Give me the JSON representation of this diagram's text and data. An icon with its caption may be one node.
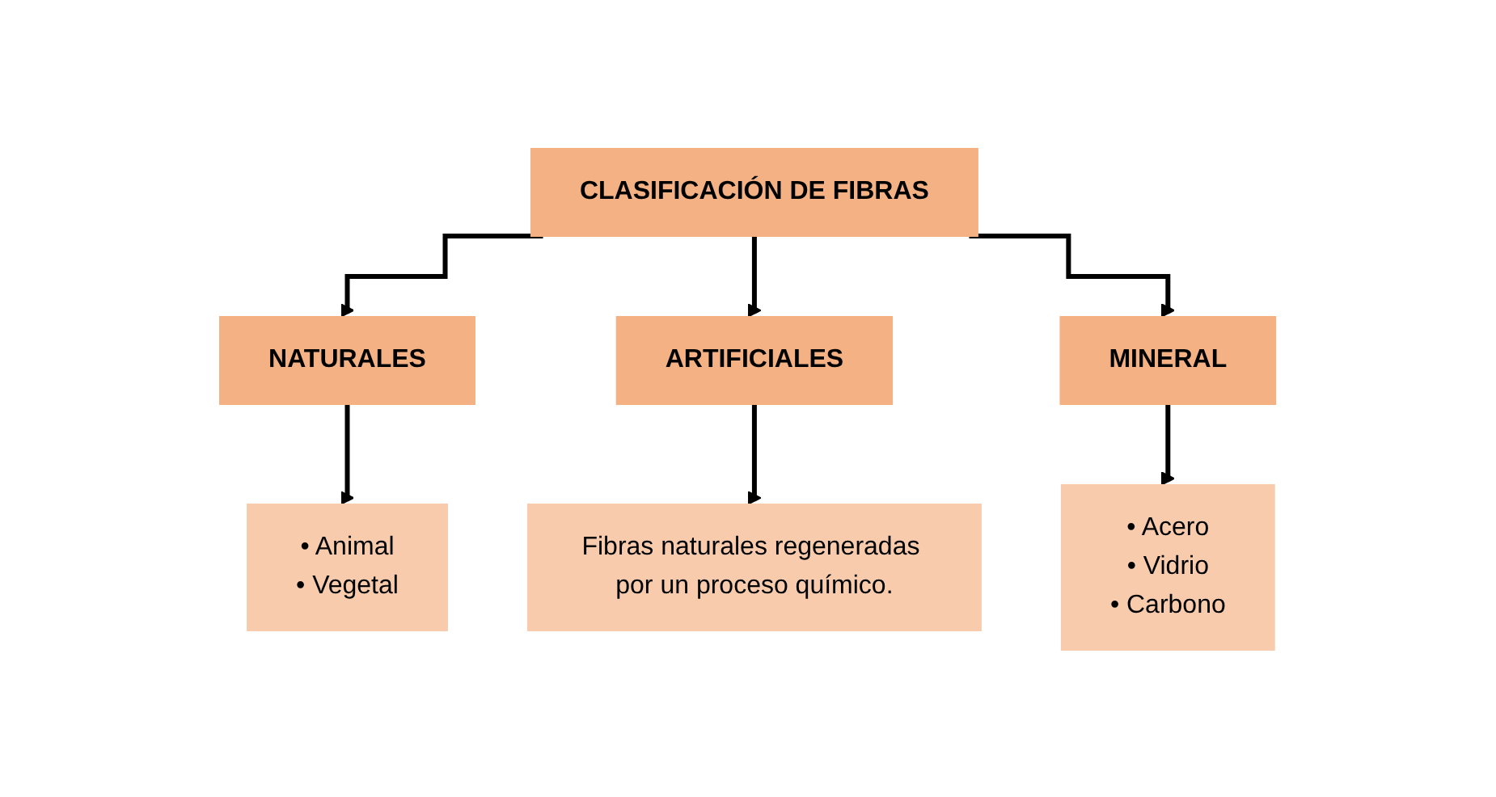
{
  "diagram": {
    "nodes": [
      {
        "text": [
          "CLASIFICACIÓN DE FIBRAS"
        ]
      },
      {
        "text": [
          "NATURALES"
        ]
      },
      {
        "text": [
          "ARTIFICIALES"
        ]
      },
      {
        "text": [
          "MINERAL"
        ]
      },
      {
        "text": [
          "• Animal",
          "• Vegetal"
        ]
      },
      {
        "text": [
          "Fibras naturales regeneradas por un proceso químico."
        ]
      },
      {
        "text": [
          "• Acero",
          "• Vidrio",
          "• Carbono"
        ]
      }
    ],
    "edges": [
      {
        "from": 0,
        "to": 1,
        "arrow": "to"
      },
      {
        "from": 0,
        "to": 2,
        "arrow": "to"
      },
      {
        "from": 0,
        "to": 3,
        "arrow": "to"
      },
      {
        "from": 1,
        "to": 4,
        "arrow": "to"
      },
      {
        "from": 2,
        "to": 5,
        "arrow": "to"
      },
      {
        "from": 3,
        "to": 6,
        "arrow": "to"
      }
    ]
  }
}
